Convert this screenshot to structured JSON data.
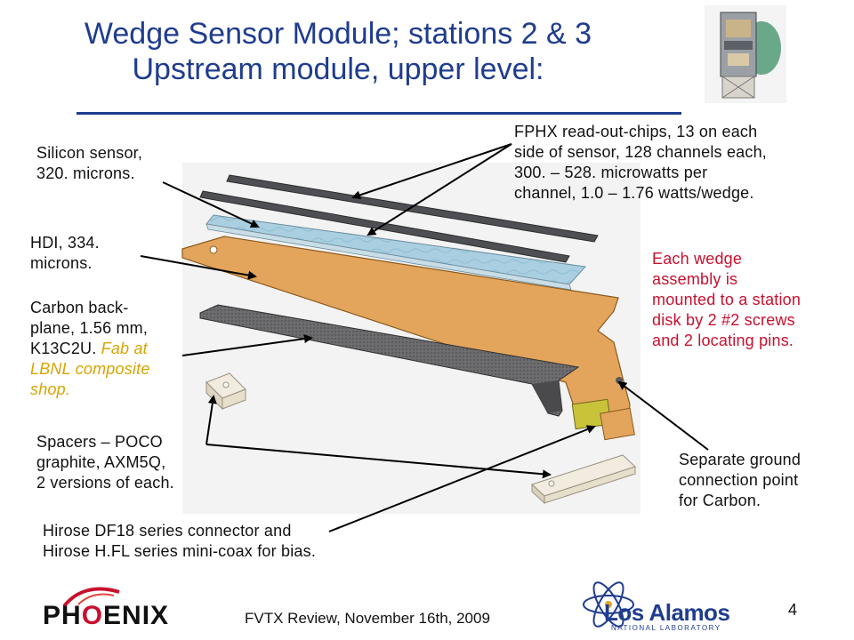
{
  "slide": {
    "title_line1": "Wedge Sensor Module; stations 2 & 3",
    "title_line2": "Upstream module, upper level:",
    "page_number": "4",
    "footer": "FVTX Review, November 16th, 2009"
  },
  "labels": {
    "silicon_line1": "Silicon sensor,",
    "silicon_line2": "320. microns.",
    "hdi_line1": "HDI, 334.",
    "hdi_line2": "microns.",
    "carbon_line1": "Carbon back-",
    "carbon_line2": "plane, 1.56 mm,",
    "carbon_line3": "K13C2U.",
    "carbon_fab1": "Fab at",
    "carbon_fab2": "LBNL composite",
    "carbon_fab3": "shop.",
    "spacers_line1": "Spacers – POCO",
    "spacers_line2": "graphite, AXM5Q,",
    "spacers_line3": "2 versions of each.",
    "hirose_line1": "Hirose DF18 series connector and",
    "hirose_line2": "Hirose H.FL series mini-coax for bias.",
    "fphx_line1": "FPHX read-out-chips, 13 on each",
    "fphx_line2": "side of sensor, 128 channels each,",
    "fphx_line3": "300. – 528. microwatts per",
    "fphx_line4": "channel, 1.0 – 1.76 watts/wedge.",
    "mount_line1": "Each wedge",
    "mount_line2": "assembly is",
    "mount_line3": "mounted to a station",
    "mount_line4": "disk by 2 #2 screws",
    "mount_line5": "and 2 locating pins.",
    "ground_line1": "Separate ground",
    "ground_line2": "connection point",
    "ground_line3": "for Carbon."
  },
  "logos": {
    "phenix_left": "PH",
    "phenix_right": "ENIX",
    "lanl_top": "Los Alamos",
    "lanl_bottom": "NATIONAL LABORATORY"
  },
  "colors": {
    "title": "#1f3d8f",
    "emphasis_red": "#c8102e",
    "fab_note": "#d7a400",
    "hdi": "#e3a55c",
    "sensor": "#a9cfe0",
    "carbon": "#6d6d70"
  }
}
